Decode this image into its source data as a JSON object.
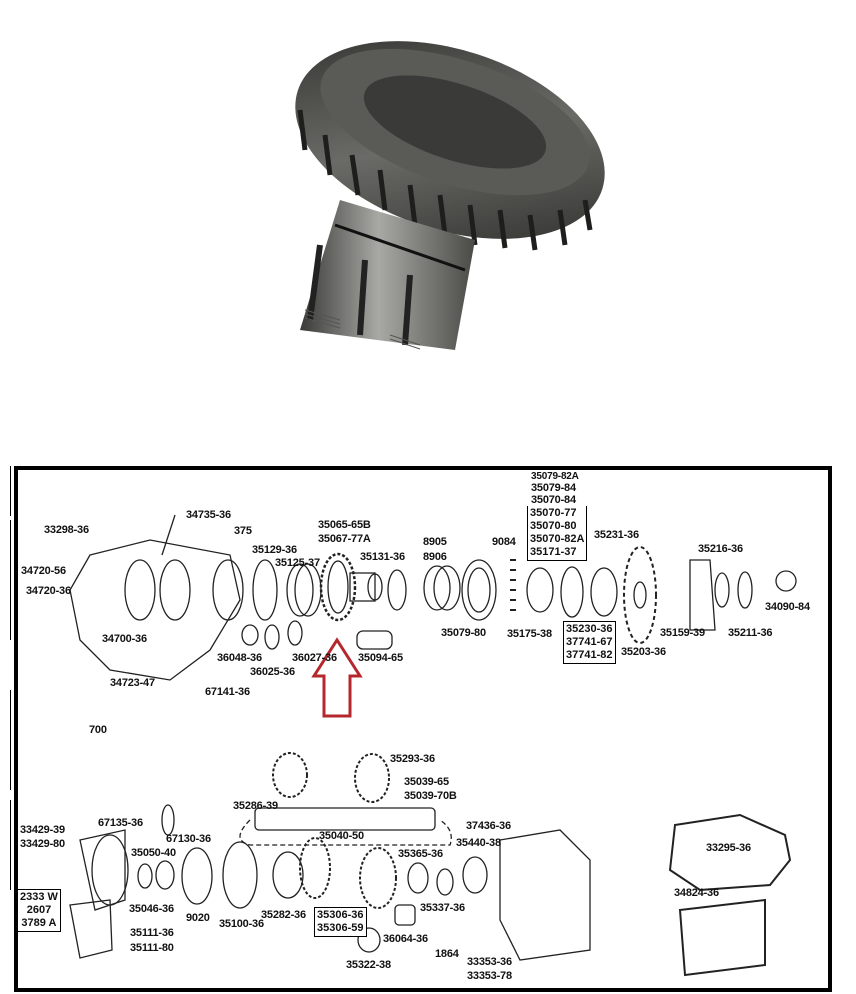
{
  "product_photo": {
    "subject": "transmission gear (countershaft drive gear with splined hub)",
    "color": "#4a4a48"
  },
  "highlight_arrow": {
    "color": "#b5272d",
    "points_to": "35065-65B / 35067-77A"
  },
  "diagram": {
    "top_labels": {
      "l34735": "34735-36",
      "l33298": "33298-36",
      "l375": "375",
      "l35129": "35129-36",
      "l34720_56": "34720-56",
      "l34720_36": "34720-36",
      "l35125": "35125-37",
      "l35065a": "35065-65B",
      "l35065b": "35067-77A",
      "l35131": "35131-36",
      "l8905": "8905",
      "l8906": "8906",
      "l9084": "9084",
      "l35231": "35231-36",
      "l35216": "35216-36",
      "l34090": "34090-84",
      "l34700": "34700-36",
      "l36048": "36048-36",
      "l36025": "36025-36",
      "l36027": "36027-36",
      "l35094": "35094-65",
      "l35079_80": "35079-80",
      "l35175": "35175-38",
      "l35159": "35159-39",
      "l35211": "35211-36",
      "l35203": "35203-36",
      "l34723": "34723-47",
      "l67141": "67141-36",
      "l700": "700"
    },
    "top_stack": [
      "35079-82A",
      "35079-84",
      "35070-84"
    ],
    "top_box": [
      "35070-77",
      "35070-80",
      "35070-82A",
      "35171-37"
    ],
    "bearing_box": [
      "35230-36",
      "37741-67",
      "37741-82"
    ],
    "bottom_labels": {
      "l35293": "35293-36",
      "l35286": "35286-39",
      "l35039a": "35039-65",
      "l35039b": "35039-70B",
      "l67135": "67135-36",
      "l67130": "67130-36",
      "l33429a": "33429-39",
      "l33429b": "33429-80",
      "l35040": "35040-50",
      "l37436": "37436-36",
      "l35050": "35050-40",
      "l35365": "35365-36",
      "l35440": "35440-38",
      "l33295": "33295-36",
      "l35046": "35046-36",
      "l9020": "9020",
      "l35100": "35100-36",
      "l35282": "35282-36",
      "l35337": "35337-36",
      "l34824": "34824-36",
      "l36064": "36064-36",
      "l1864": "1864",
      "l35111_36": "35111-36",
      "l35111_80": "35111-80",
      "l35322": "35322-38",
      "l33353a": "33353-36",
      "l33353b": "33353-78"
    },
    "screw_box": [
      "2333 W",
      "2607",
      "3789 A"
    ],
    "gear_box": [
      "35306-36",
      "35306-59"
    ]
  }
}
